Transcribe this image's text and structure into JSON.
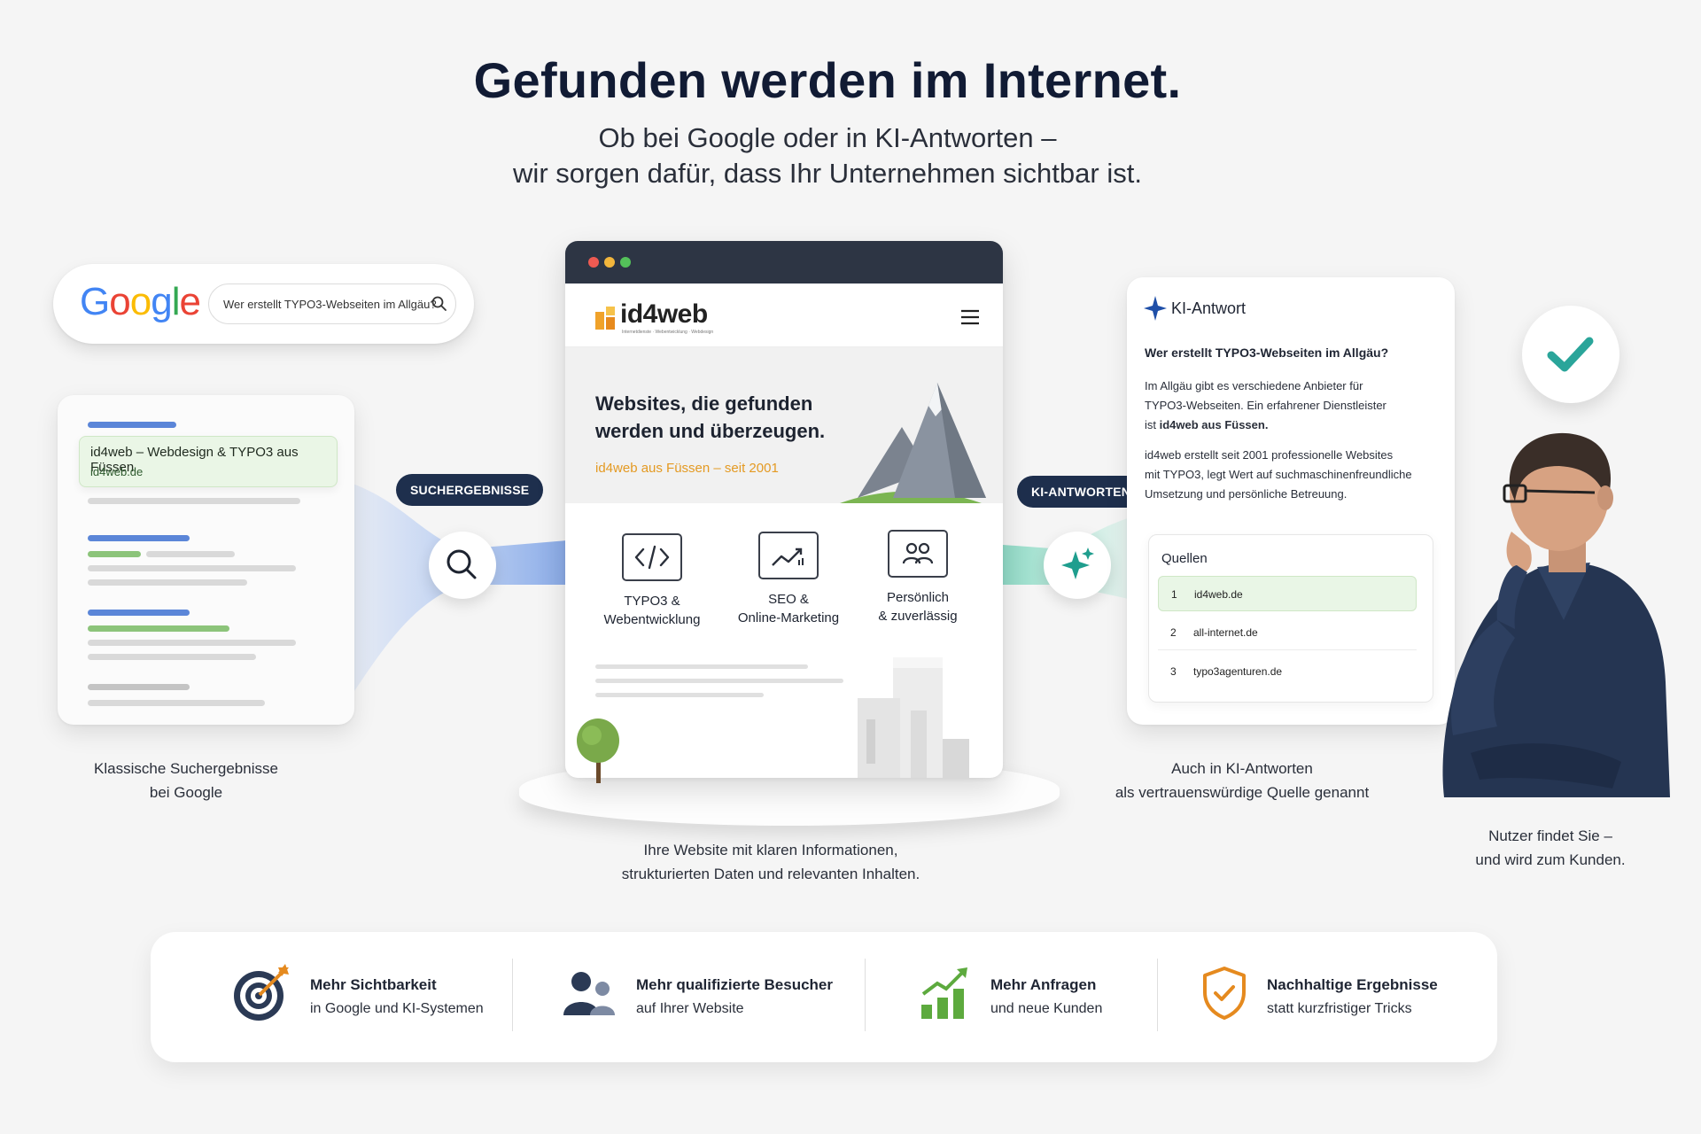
{
  "header": {
    "title": "Gefunden werden im Internet.",
    "subtitle_line1": "Ob bei Google oder in KI-Antworten –",
    "subtitle_line2": "wir sorgen dafür, dass Ihr Unternehmen sichtbar ist."
  },
  "google": {
    "logo_letters": [
      "G",
      "o",
      "o",
      "g",
      "l",
      "e"
    ],
    "logo_colors": [
      "#4285F4",
      "#EA4335",
      "#FBBC05",
      "#4285F4",
      "#34A853",
      "#EA4335"
    ],
    "query": "Wer erstellt TYPO3-Webseiten im Allgäu?",
    "search_icon": "search-icon"
  },
  "serp": {
    "highlight_title": "id4web – Webdesign & TYPO3 aus Füssen",
    "highlight_url": "id4web.de",
    "caption_line1": "Klassische Suchergebnisse",
    "caption_line2": "bei Google"
  },
  "labels": {
    "search_results": "SUCHERGEBNISSE",
    "ki_answers": "KI-ANTWORTEN"
  },
  "website": {
    "logo": "id4web",
    "logo_tagline": "Internetdienste · Webentwicklung · Webdesign",
    "menu_icon": "hamburger-menu-icon",
    "hero_title": "Websites, die gefunden werden und überzeugen.",
    "hero_sub": "id4web aus Füssen – seit 2001",
    "features": [
      {
        "line1": "TYPO3 &",
        "line2": "Webentwicklung",
        "icon": "code-icon"
      },
      {
        "line1": "SEO &",
        "line2": "Online-Marketing",
        "icon": "trend-chart-icon"
      },
      {
        "line1": "Persönlich",
        "line2": "& zuverlässig",
        "icon": "people-icon"
      }
    ],
    "caption_line1": "Ihre Website mit klaren Informationen,",
    "caption_line2": "strukturierten Daten und relevanten Inhalten."
  },
  "ki": {
    "title": "KI-Antwort",
    "question": "Wer erstellt TYPO3-Webseiten im Allgäu?",
    "para1_line1": "Im Allgäu gibt es verschiedene Anbieter für",
    "para1_line2": "TYPO3-Webseiten. Ein erfahrener Dienstleister",
    "para1_line3_pre": "ist ",
    "para1_line3_bold": "id4web aus Füssen.",
    "para2_line1": "id4web erstellt seit 2001 professionelle Websites",
    "para2_line2": "mit TYPO3, legt Wert auf suchmaschinenfreundliche",
    "para2_line3": "Umsetzung und persönliche Betreuung.",
    "sources_title": "Quellen",
    "sources": [
      {
        "n": "1",
        "t": "id4web.de"
      },
      {
        "n": "2",
        "t": "all-internet.de"
      },
      {
        "n": "3",
        "t": "typo3agenturen.de"
      }
    ],
    "caption_line1": "Auch in KI-Antworten",
    "caption_line2": "als vertrauenswürdige Quelle genannt"
  },
  "user": {
    "caption_line1": "Nutzer findet Sie –",
    "caption_line2": "und wird zum Kunden."
  },
  "benefits": [
    {
      "title": "Mehr Sichtbarkeit",
      "sub": "in Google und KI-Systemen",
      "icon": "target-icon"
    },
    {
      "title": "Mehr qualifizierte Besucher",
      "sub": "auf Ihrer Website",
      "icon": "users-icon"
    },
    {
      "title": "Mehr Anfragen",
      "sub": "und neue Kunden",
      "icon": "growth-chart-icon"
    },
    {
      "title": "Nachhaltige Ergebnisse",
      "sub": "statt kurzfristiger Tricks",
      "icon": "shield-check-icon"
    }
  ],
  "colors": {
    "navy": "#1e2f4d",
    "accent_orange": "#e49a23",
    "teal": "#1f9e8e",
    "blue": "#4c78d6",
    "green": "#6fbf5a"
  }
}
